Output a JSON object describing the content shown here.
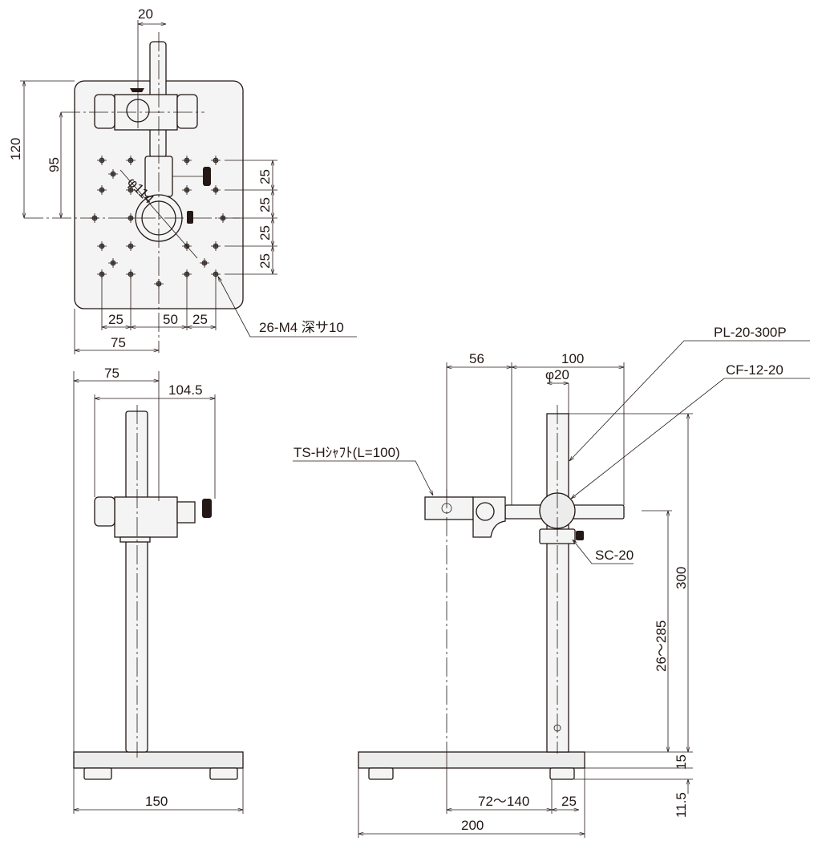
{
  "top_view": {
    "dims": {
      "rod_width": "20",
      "plate_height": "120",
      "clamp_height": "95",
      "pitch_1": "25",
      "pitch_2": "25",
      "pitch_3": "25",
      "pitch_4": "25",
      "bottom_left": "25",
      "bottom_center": "50",
      "bottom_right": "25",
      "half_width": "75",
      "diameter": "φ114"
    },
    "hole_note": "26-M4 深サ10"
  },
  "front_view": {
    "dims": {
      "half_width": "75",
      "clamp_span": "104.5",
      "base_width": "150"
    }
  },
  "side_view": {
    "dims": {
      "offset": "56",
      "arm_length": "100",
      "rod_diameter": "φ20",
      "rod_height": "300",
      "range": "26～285",
      "base_thickness": "15",
      "foot_height": "11.5",
      "reach": "72～140",
      "rod_offset": "25",
      "base_length": "200"
    },
    "labels": {
      "pole": "PL-20-300P",
      "cross_clamp": "CF-12-20",
      "shaft": "TS-Hｼｬﾌﾄ(L=100)",
      "stop_collar": "SC-20"
    }
  }
}
